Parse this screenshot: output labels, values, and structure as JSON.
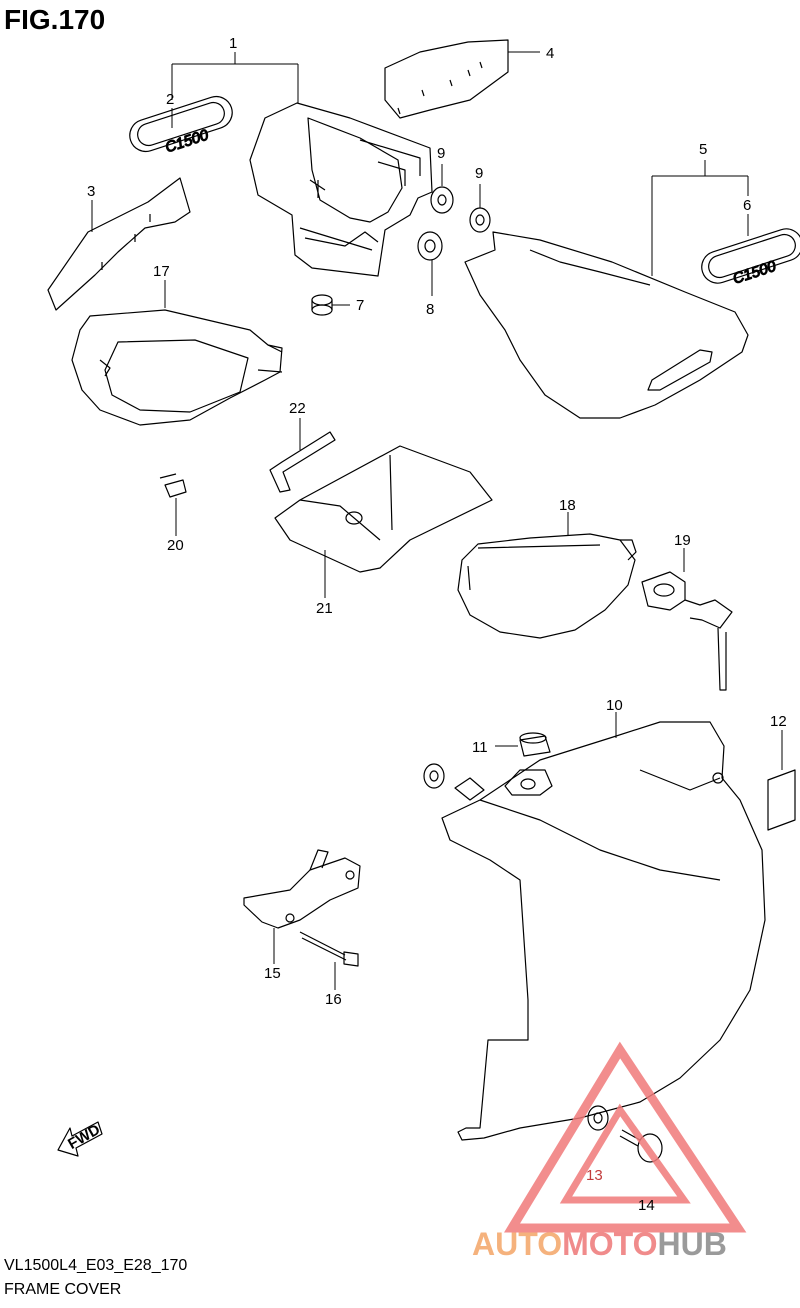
{
  "figure": {
    "title": "FIG.170"
  },
  "footer": {
    "code": "VL1500L4_E03_E28_170",
    "name": "FRAME COVER"
  },
  "callouts": {
    "c1": "1",
    "c2": "2",
    "c3": "3",
    "c4": "4",
    "c5": "5",
    "c6": "6",
    "c7": "7",
    "c8": "8",
    "c9a": "9",
    "c9b": "9",
    "c10": "10",
    "c11": "11",
    "c12": "12",
    "c13": "13",
    "c14": "14",
    "c15": "15",
    "c16": "16",
    "c17": "17",
    "c18": "18",
    "c19": "19",
    "c20": "20",
    "c21": "21",
    "c22": "22"
  },
  "emblem_text": "C1500",
  "fwd_label": "FWD",
  "watermark": {
    "part1": "AUTO",
    "part2": "MOTO",
    "part3": "HUB"
  },
  "colors": {
    "line": "#000000",
    "watermark_triangle": "#f07a7a",
    "watermark_auto": "#f5b27d",
    "watermark_moto": "#f08b8b",
    "watermark_hub": "#9a9a9a"
  }
}
